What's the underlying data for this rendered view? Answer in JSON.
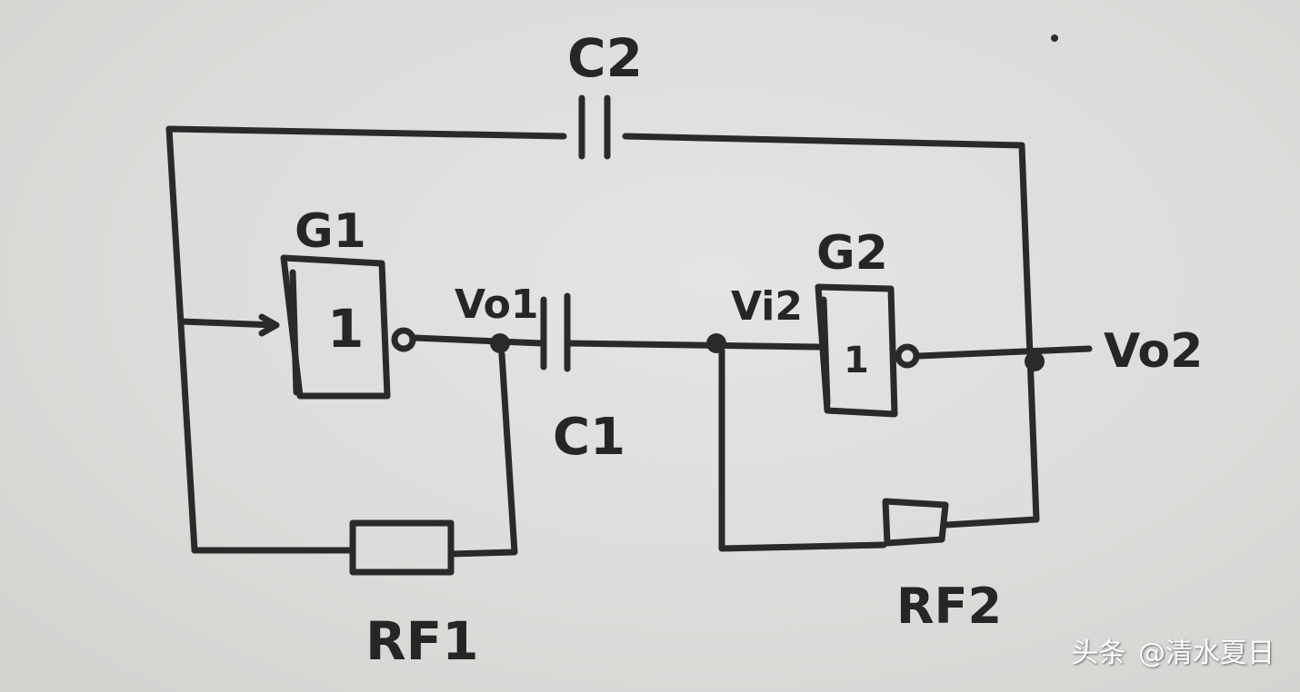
{
  "labels": {
    "g1": "G1",
    "g2": "G2",
    "g1_symbol": "1",
    "g2_symbol": "1",
    "c1": "C1",
    "c2": "C2",
    "rf1": "RF1",
    "rf2": "RF2",
    "vo1": "Vo1",
    "vi2": "Vi2",
    "vo2": "Vo2"
  },
  "watermark": {
    "source": "头条",
    "author": "@清水夏日"
  },
  "colors": {
    "ink": "#2a2a2a",
    "paper": "#dcdcda"
  }
}
